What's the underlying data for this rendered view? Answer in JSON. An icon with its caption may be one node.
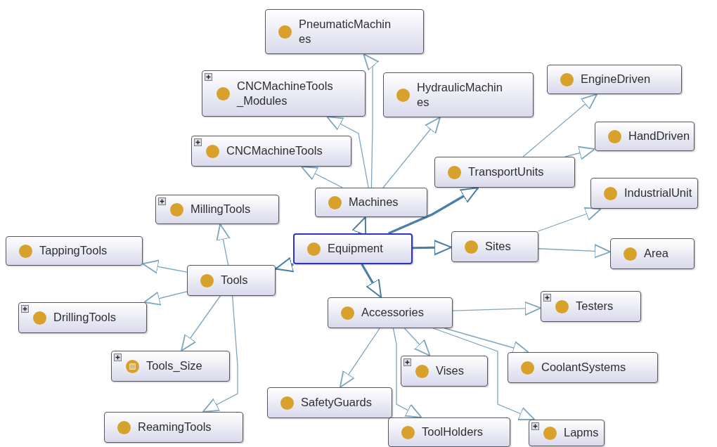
{
  "diagram": {
    "nodes": [
      {
        "text": [
          "PneumaticMachines"
        ]
      },
      {
        "text": [
          "CNCMachineTools_Modules"
        ]
      },
      {
        "text": [
          "HydraulicMachines"
        ]
      },
      {
        "text": [
          "EngineDriven"
        ]
      },
      {
        "text": [
          "CNCMachineTools"
        ]
      },
      {
        "text": [
          "HandDriven"
        ]
      },
      {
        "text": [
          "TransportUnits"
        ]
      },
      {
        "text": [
          "Machines"
        ]
      },
      {
        "text": [
          "IndustrialUnit"
        ]
      },
      {
        "text": [
          "MillingTools"
        ]
      },
      {
        "text": [
          "TappingTools"
        ]
      },
      {
        "text": [
          "Equipment"
        ]
      },
      {
        "text": [
          "Sites"
        ]
      },
      {
        "text": [
          "Area"
        ]
      },
      {
        "text": [
          "Tools"
        ]
      },
      {
        "text": [
          "DrillingTools"
        ]
      },
      {
        "text": [
          "Accessories"
        ]
      },
      {
        "text": [
          "Testers"
        ]
      },
      {
        "text": [
          "Tools_Size"
        ]
      },
      {
        "text": [
          "CoolantSystems"
        ]
      },
      {
        "text": [
          "Vises"
        ]
      },
      {
        "text": [
          "SafetyGuards"
        ]
      },
      {
        "text": [
          "ReamingTools"
        ]
      },
      {
        "text": [
          "ToolHolders"
        ]
      },
      {
        "text": [
          "Lapms"
        ]
      }
    ],
    "edges": [
      {
        "from": 11,
        "to": 7,
        "arrow": "to",
        "style": "thick"
      },
      {
        "from": 11,
        "to": 6,
        "arrow": "to",
        "style": "thick"
      },
      {
        "from": 11,
        "to": 12,
        "arrow": "to",
        "style": "thick"
      },
      {
        "from": 11,
        "to": 14,
        "arrow": "to",
        "style": "thick"
      },
      {
        "from": 11,
        "to": 16,
        "arrow": "to",
        "style": "thick"
      },
      {
        "from": 7,
        "to": 0,
        "arrow": "to"
      },
      {
        "from": 7,
        "to": 1,
        "arrow": "to"
      },
      {
        "from": 7,
        "to": 2,
        "arrow": "to"
      },
      {
        "from": 7,
        "to": 4,
        "arrow": "to"
      },
      {
        "from": 6,
        "to": 3,
        "arrow": "to"
      },
      {
        "from": 6,
        "to": 5,
        "arrow": "to"
      },
      {
        "from": 12,
        "to": 8,
        "arrow": "to"
      },
      {
        "from": 12,
        "to": 13,
        "arrow": "to"
      },
      {
        "from": 14,
        "to": 9,
        "arrow": "to"
      },
      {
        "from": 14,
        "to": 10,
        "arrow": "to"
      },
      {
        "from": 14,
        "to": 15,
        "arrow": "to"
      },
      {
        "from": 14,
        "to": 18,
        "arrow": "to"
      },
      {
        "from": 14,
        "to": 22,
        "arrow": "to"
      },
      {
        "from": 16,
        "to": 17,
        "arrow": "to"
      },
      {
        "from": 16,
        "to": 19,
        "arrow": "to"
      },
      {
        "from": 16,
        "to": 20,
        "arrow": "to"
      },
      {
        "from": 16,
        "to": 21,
        "arrow": "to"
      },
      {
        "from": 16,
        "to": 23,
        "arrow": "to"
      },
      {
        "from": 16,
        "to": 24,
        "arrow": "to"
      }
    ]
  }
}
